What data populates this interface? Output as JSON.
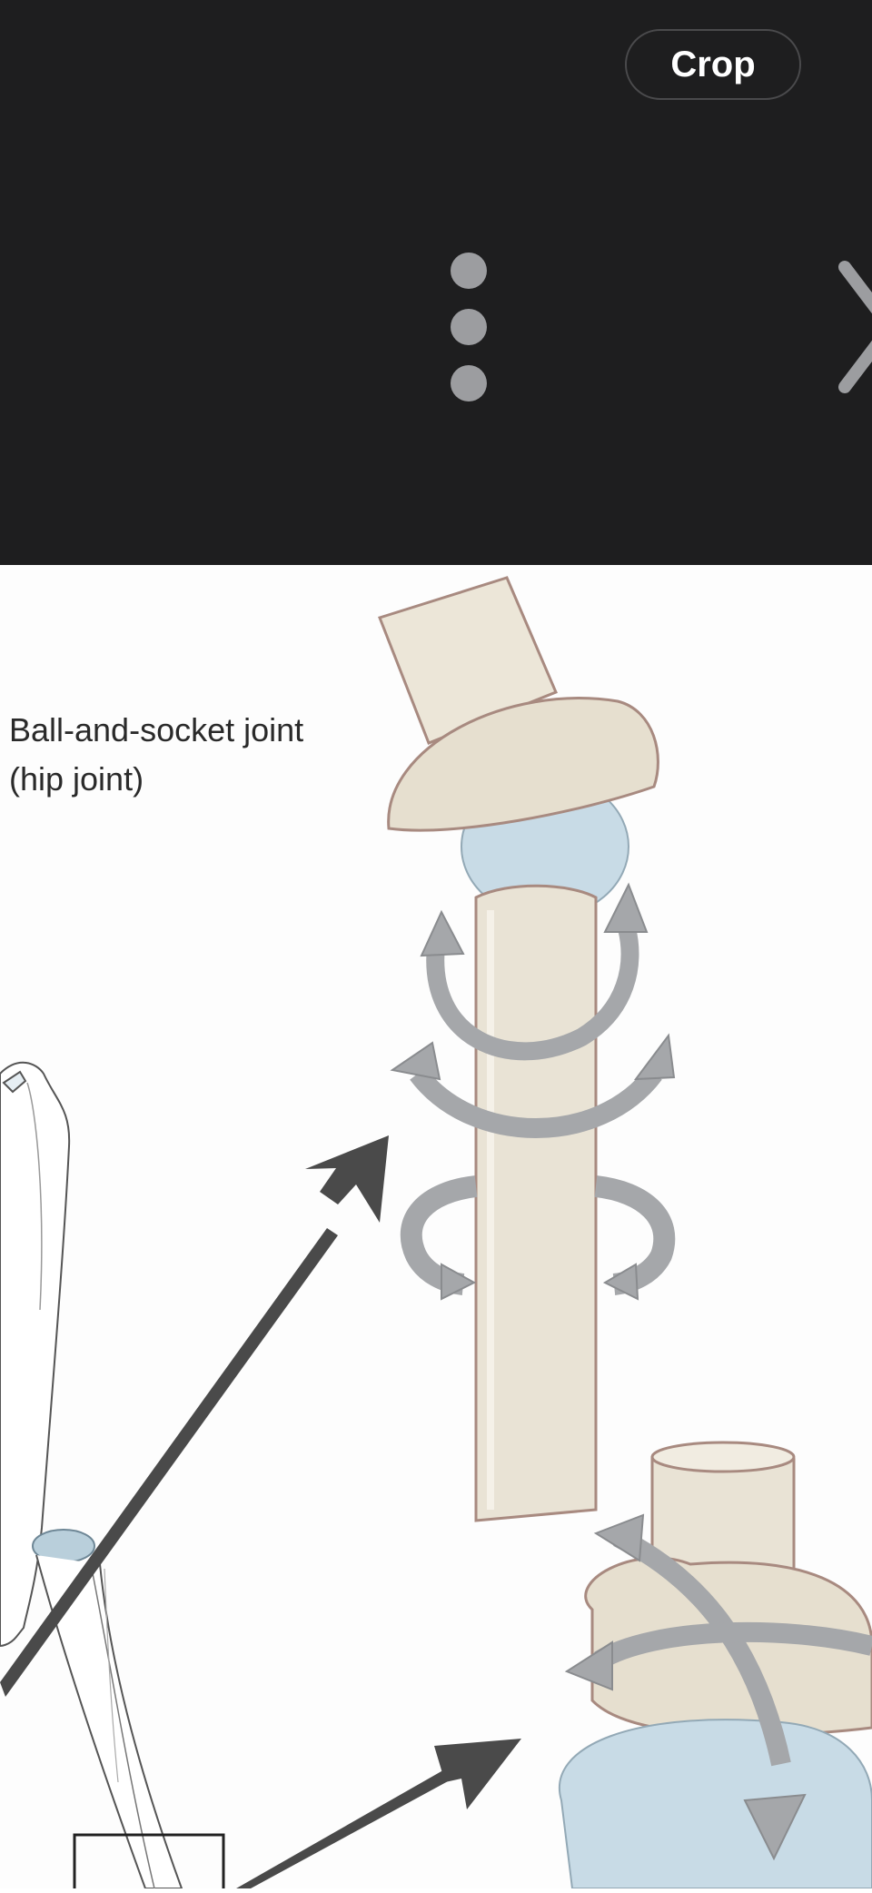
{
  "toolbar": {
    "crop_label": "Crop",
    "more_icon": "more-vertical-icon",
    "next_icon": "chevron-right-icon"
  },
  "figure": {
    "label_line1": "Ball-and-socket joint",
    "label_line2": "(hip joint)"
  },
  "colors": {
    "toolbar_bg": "#1e1e1f",
    "button_text": "#ffffff",
    "icon_gray": "#9c9da0",
    "bone": "#e8e2d4",
    "cartilage": "#cfe0ea",
    "arrow_gray": "#a5a7aa",
    "pointer_dark": "#4a4a4a"
  }
}
